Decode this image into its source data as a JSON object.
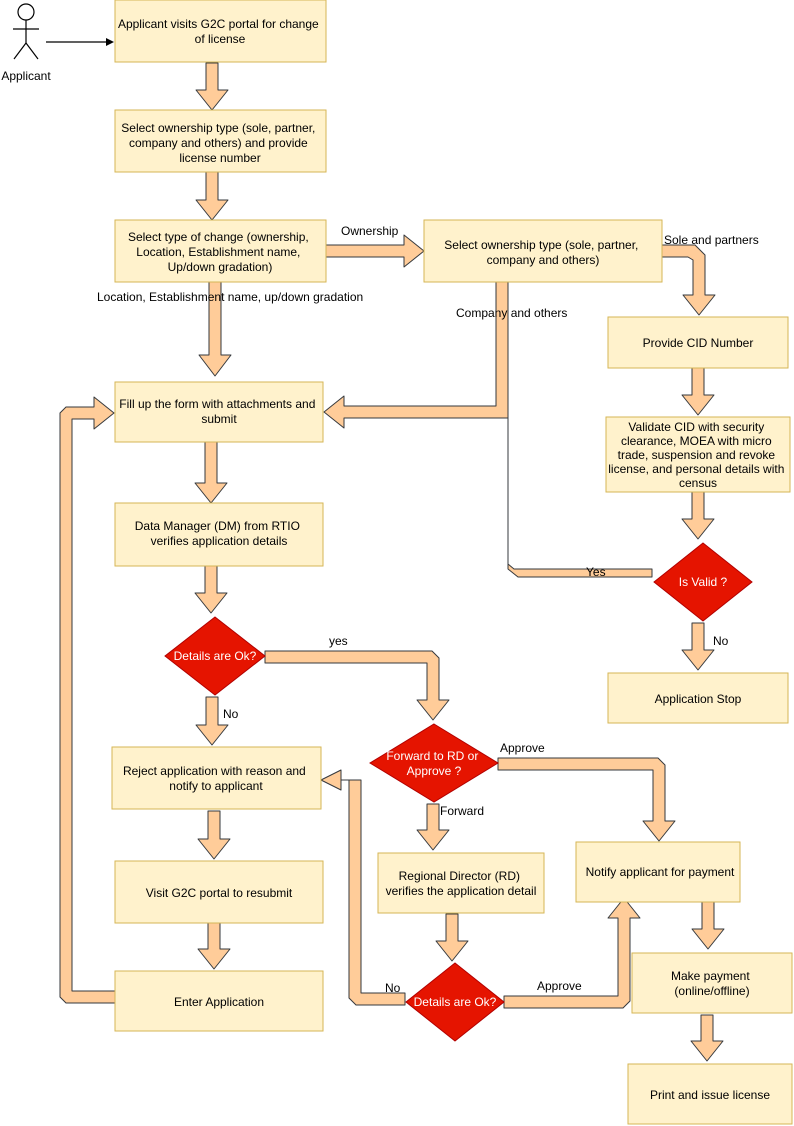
{
  "actor": {
    "label": "Applicant"
  },
  "boxes": {
    "visit_portal": "Applicant visits G2C portal for change of license",
    "select_ownership_license": "Select ownership type (sole, partner, company and others) and provide license number",
    "select_change_type": "Select type of change (ownership, Location, Establishment name, Up/down gradation)",
    "select_ownership_type": "Select ownership type (sole, partner, company and others)",
    "provide_cid": "Provide CID Number",
    "validate_cid": "Validate CID with security clearance, MOEA with micro trade, suspension and revoke license, and personal details with census",
    "fill_form": "Fill up the form with attachments and submit",
    "dm_verifies": "Data Manager (DM) from RTIO verifies application details",
    "reject": "Reject application with reason and notify to applicant",
    "visit_resubmit": "Visit G2C portal to resubmit",
    "enter_application": "Enter Application",
    "rd_verifies": "Regional Director (RD) verifies the application detail",
    "notify_payment": "Notify applicant for payment",
    "make_payment": "Make payment (online/offline)",
    "print_license": "Print and issue license",
    "application_stop": "Application Stop"
  },
  "decisions": {
    "is_valid": "Is Valid ?",
    "details_ok_1": "Details are Ok?",
    "forward_or_approve": "Forward to RD or Approve ?",
    "details_ok_2": "Details are Ok?"
  },
  "edge_labels": {
    "ownership": "Ownership",
    "sole_partners": "Sole and partners",
    "company_others": "Company and others",
    "location_etc": "Location, Establishment name, up/down gradation",
    "yes_valid": "Yes",
    "no_valid": "No",
    "yes_details": "yes",
    "no_details": "No",
    "approve_1": "Approve",
    "forward": "Forward",
    "no_details_2": "No",
    "approve_2": "Approve"
  },
  "colors": {
    "box_fill": "#fff2cc",
    "box_stroke": "#d6b656",
    "decision_fill": "#e51400",
    "arrow_fill": "#ffcc99"
  }
}
